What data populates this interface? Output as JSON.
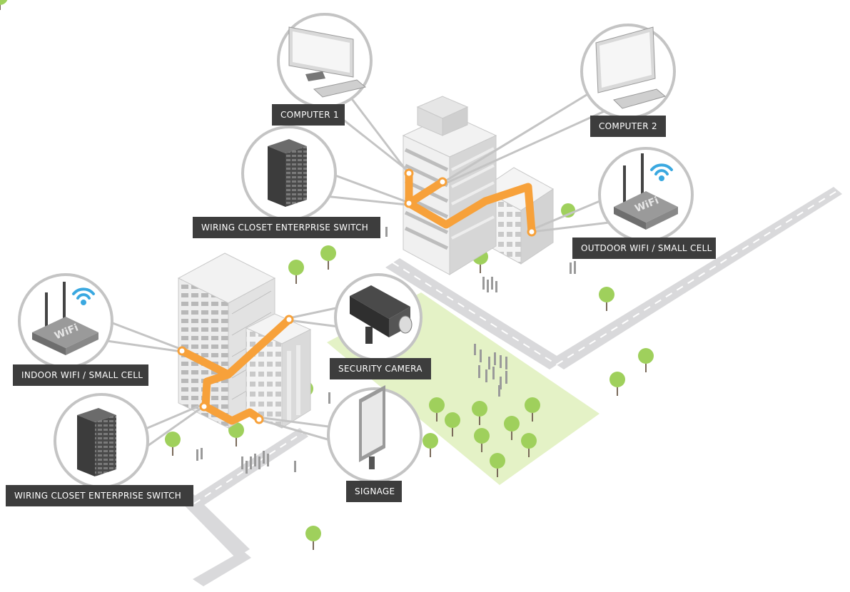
{
  "colors": {
    "link": "#f7a13a",
    "ground": "#e4f2c6",
    "road": "#d9d9db",
    "tree": "#9fd05c",
    "label_bg": "#3d3d3d",
    "wifi": "#3aa8e0"
  },
  "labels": {
    "computer1": "COMPUTER 1",
    "computer2": "COMPUTER 2",
    "switch_top": "WIRING CLOSET ENTERPRISE SWITCH",
    "outdoor_wifi": "OUTDOOR WIFI / SMALL CELL",
    "indoor_wifi": "INDOOR WIFI / SMALL CELL",
    "security_camera": "SECURITY CAMERA",
    "switch_bottom": "WIRING CLOSET ENTERPRISE SWITCH",
    "signage": "SIGNAGE"
  },
  "icons": {
    "computer": "computer-icon",
    "switch": "server-rack-icon",
    "router": "wifi-router-icon",
    "camera": "security-camera-icon",
    "signage": "signage-icon"
  },
  "router_text": {
    "top": "WiFi",
    "left": "WiFi"
  }
}
